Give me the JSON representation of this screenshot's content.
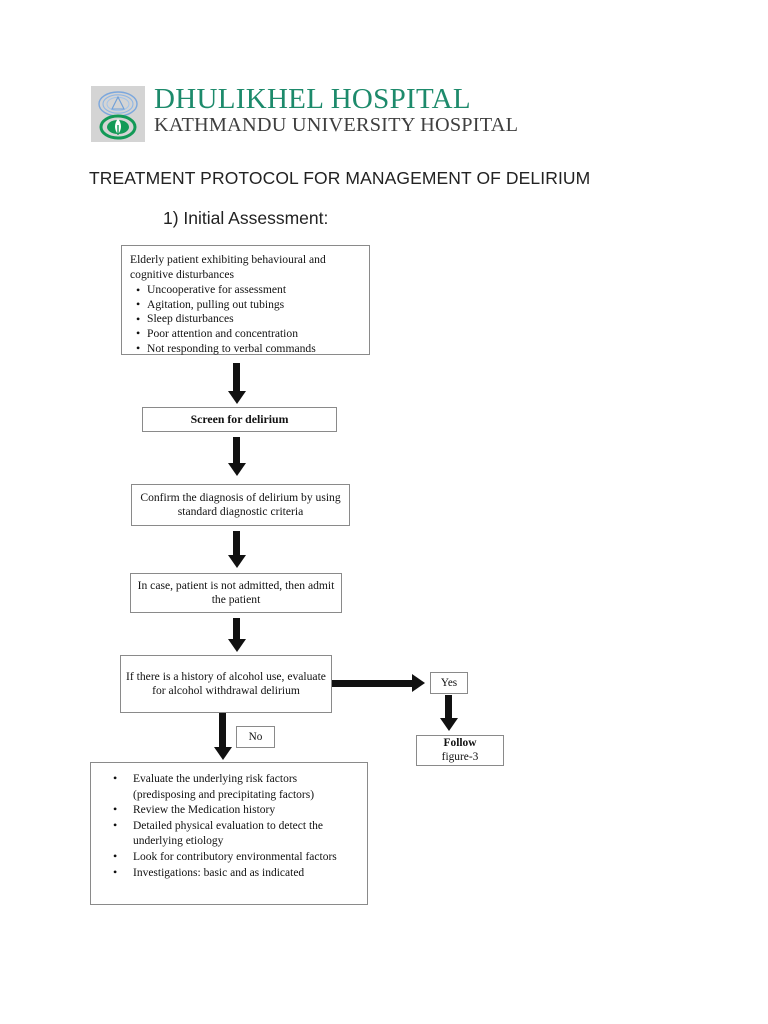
{
  "letterhead": {
    "logo_name": "dhulikhel-hospital-logo",
    "title": "DHULIKHEL HOSPITAL",
    "subtitle": "KATHMANDU UNIVERSITY HOSPITAL",
    "title_color": "#1d8a6b",
    "subtitle_color": "#3f3f3f",
    "logo_bg": "#d4d4d4",
    "logo_upper_color": "#6f9fd8",
    "logo_lower_color": "#139a57"
  },
  "document": {
    "title": "TREATMENT PROTOCOL FOR MANAGEMENT OF DELIRIUM",
    "section_heading": "1) Initial Assessment:"
  },
  "flowchart": {
    "symptoms_box": {
      "lead": "Elderly patient exhibiting behavioural and cognitive disturbances",
      "bullets": [
        "Uncooperative for assessment",
        "Agitation, pulling out tubings",
        "Sleep disturbances",
        "Poor attention and concentration",
        "Not responding to verbal commands"
      ]
    },
    "screen_box": "Screen for delirium",
    "confirm_box": "Confirm the diagnosis of delirium by using standard diagnostic criteria",
    "admit_box": "In case, patient is not admitted, then admit the patient",
    "alcohol_box": "If there is a history of alcohol use, evaluate for alcohol withdrawal delirium",
    "yes_label": "Yes",
    "no_label": "No",
    "follow_box": {
      "line1": "Follow",
      "line2": "figure-3"
    },
    "workup_box": {
      "bullets": [
        "Evaluate the underlying risk factors (predisposing and precipitating factors)",
        "Review the Medication history",
        "Detailed physical evaluation to detect the underlying etiology",
        "Look for contributory environmental factors",
        "Investigations: basic and as indicated"
      ]
    }
  }
}
